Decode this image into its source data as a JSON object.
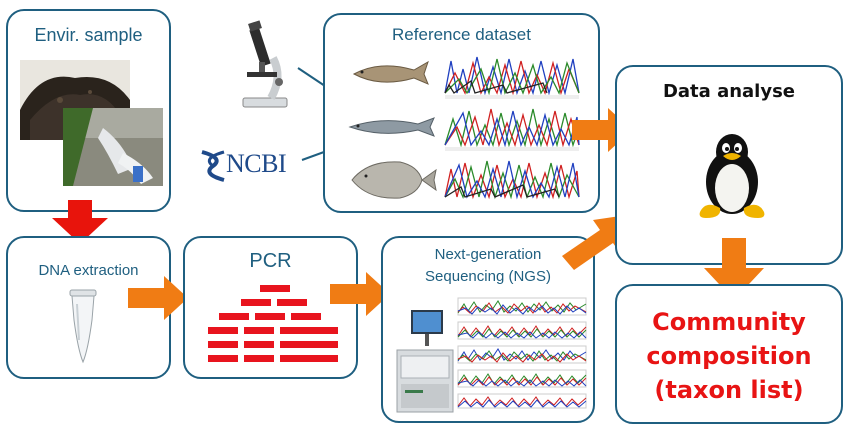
{
  "boxes": {
    "envir_sample": "Envir. sample",
    "reference_dataset": "Reference dataset",
    "data_analyse": "Data analyse",
    "dna_extraction": "DNA extraction",
    "pcr": "PCR",
    "ngs_line1": "Next-generation",
    "ngs_line2": "Sequencing  (NGS)",
    "community_line1": "Community",
    "community_line2": "composition",
    "community_line3": "(taxon list)"
  },
  "ncbi_logo_text": "NCBI",
  "colors": {
    "border": "#1f5f80",
    "arrow_orange": "#f07c14",
    "arrow_red": "#e8140c",
    "result_red": "#e81414",
    "pcr_bars": "#e8141e"
  },
  "icons": [
    "microscope-icon",
    "penguin-icon",
    "tube-icon",
    "sequencer-icon",
    "fish-icon"
  ]
}
